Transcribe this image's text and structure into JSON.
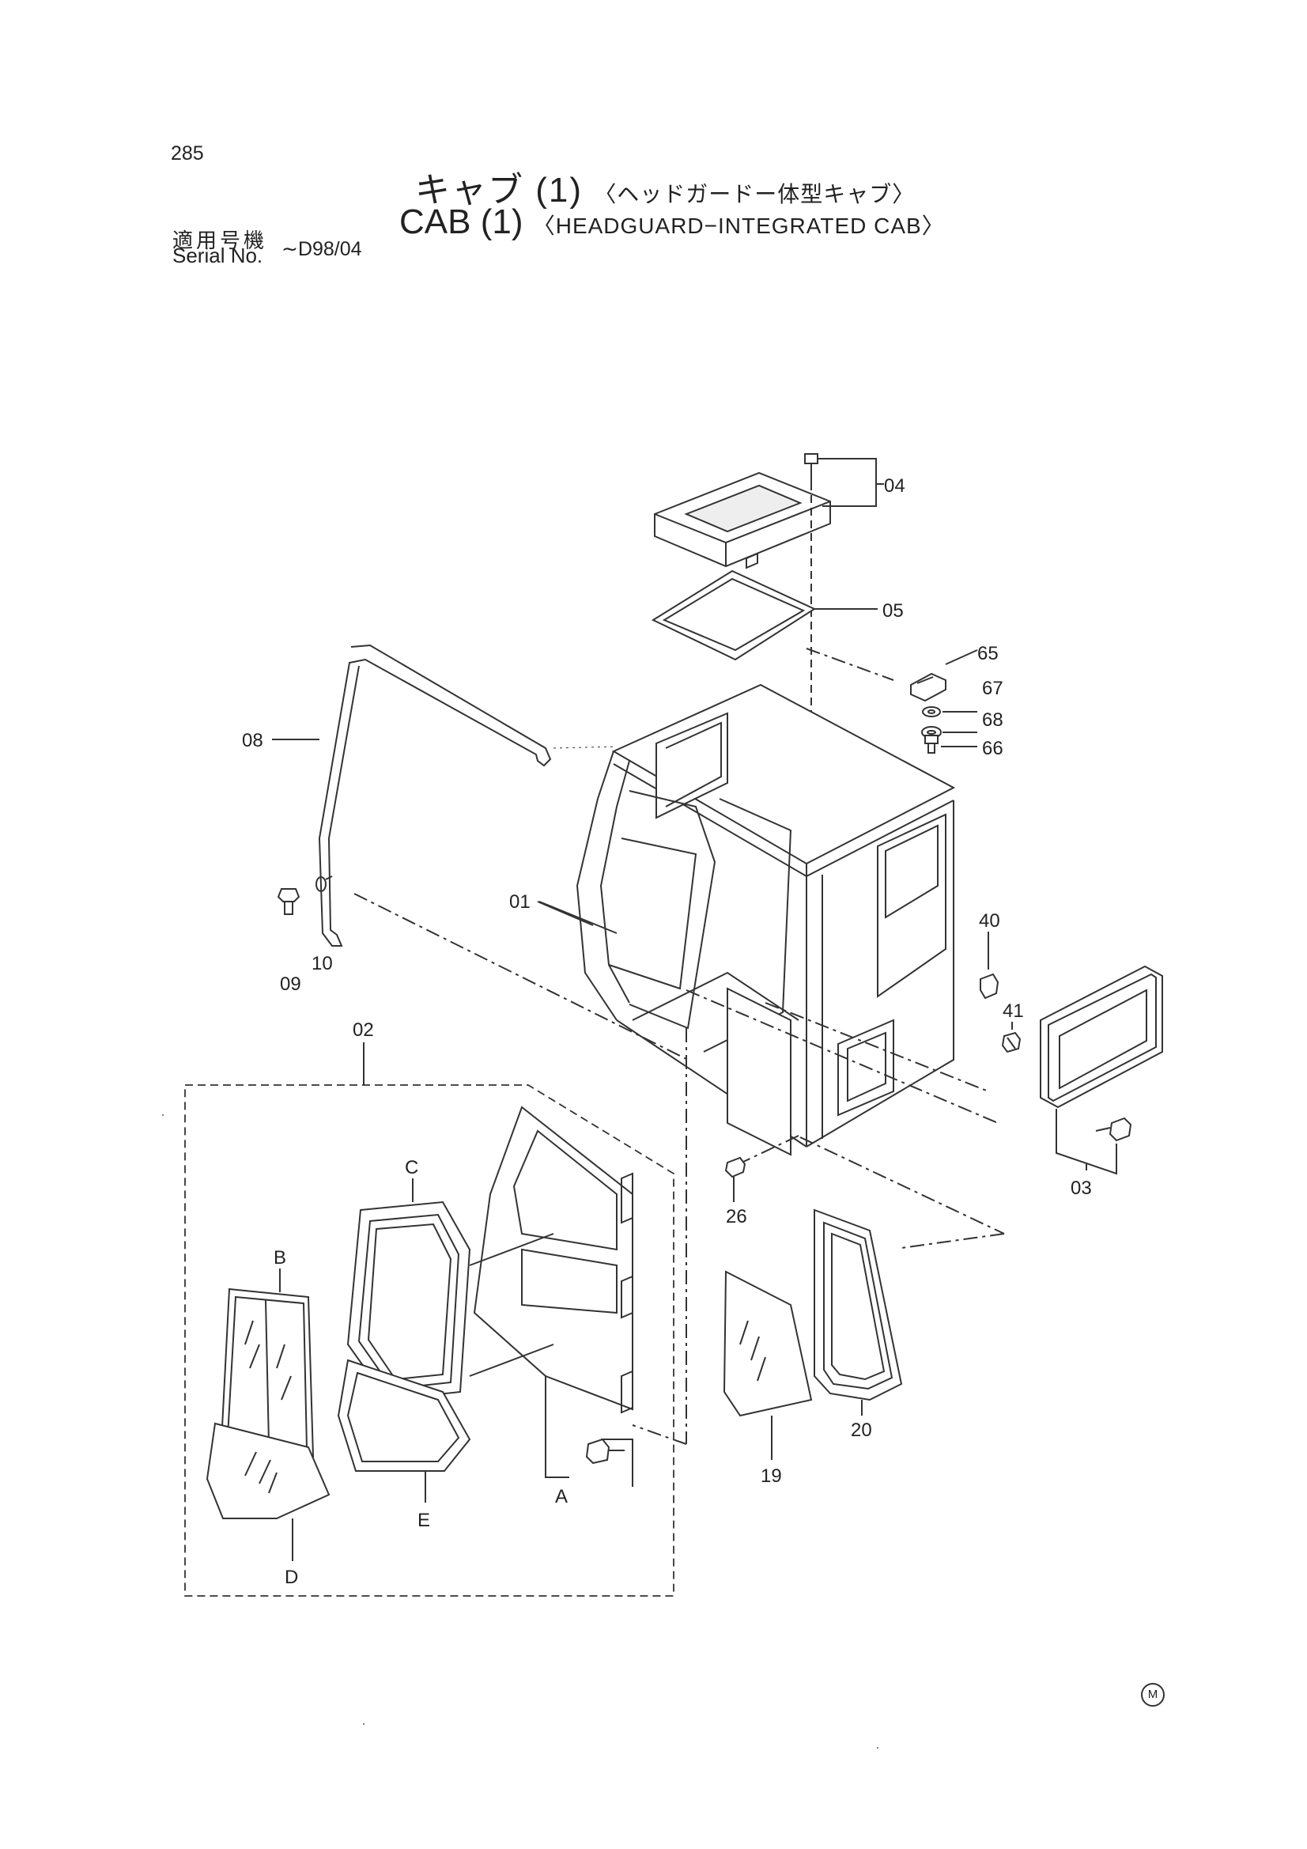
{
  "header": {
    "page_number": "285",
    "title_jp": "キャブ (1)",
    "subtitle_jp": "〈ヘッドガードー体型キャブ〉",
    "title_en": "CAB (1)",
    "subtitle_en": "〈HEADGUARD−INTEGRATED CAB〉",
    "serial_label_jp": "適用号機",
    "serial_label_en": "Serial No.",
    "serial_range": "∼D98/04"
  },
  "labels": {
    "p01": "01",
    "p02": "02",
    "p03": "03",
    "p04": "04",
    "p05": "05",
    "p08": "08",
    "p09": "09",
    "p10": "10",
    "p19": "19",
    "p20": "20",
    "p26": "26",
    "p40": "40",
    "p41": "41",
    "p65": "65",
    "p66": "66",
    "p67": "67",
    "p68": "68",
    "pA": "A",
    "pB": "B",
    "pC": "C",
    "pD": "D",
    "pE": "E"
  },
  "footer": {
    "mark": "M"
  }
}
